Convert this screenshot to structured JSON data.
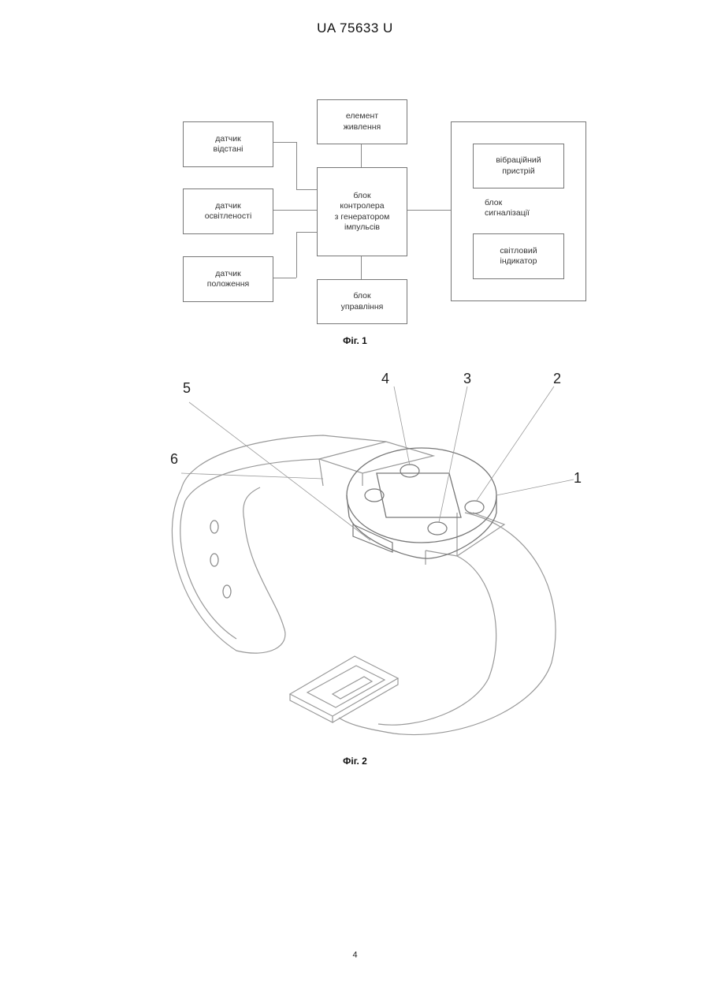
{
  "header": {
    "patent_number": "UA   75633   U"
  },
  "fig1": {
    "blocks": {
      "power": "елемент\nживлення",
      "distance": "датчик\nвідстані",
      "light": "датчик\nосвітленості",
      "position": "датчик\nположення",
      "controller": "блок\nконтролера\nз генератором\nімпульсів",
      "control": "блок\nуправління",
      "signal": "блок\nсигналізації",
      "vibration": "вібраційний\nпристрій",
      "light_indicator": "світловий\nіндикатор"
    },
    "caption": "Фіг. 1"
  },
  "fig2": {
    "refs": [
      "1",
      "2",
      "3",
      "4",
      "5",
      "6"
    ],
    "caption": "Фіг. 2"
  },
  "page_number": "4"
}
